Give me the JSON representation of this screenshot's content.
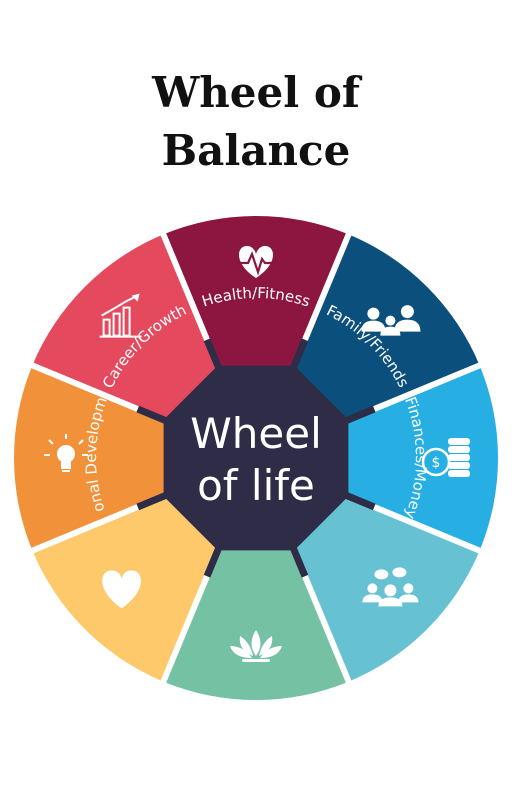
{
  "title": {
    "line1": "Wheel of",
    "line2": "Balance"
  },
  "hub": {
    "line1": "Wheel",
    "line2": "of life",
    "color": "#2e2c47"
  },
  "segments": [
    {
      "label": "Health/Fitness",
      "icon": "heart-pulse-icon",
      "color": "#8c1640"
    },
    {
      "label": "Family/Friends",
      "icon": "family-icon",
      "color": "#0b4f7d"
    },
    {
      "label": "Finances/Money",
      "icon": "coins-icon",
      "color": "#27aee3"
    },
    {
      "label": "",
      "icon": "community-icon",
      "color": "#66c2d2"
    },
    {
      "label": "",
      "icon": "lotus-icon",
      "color": "#74c1a3"
    },
    {
      "label": "",
      "icon": "heart-icon",
      "color": "#fdc96b"
    },
    {
      "label": "Personal Development",
      "icon": "lightbulb-icon",
      "color": "#f1923b"
    },
    {
      "label": "Career/Growth",
      "icon": "growth-chart-icon",
      "color": "#e4495d"
    }
  ]
}
